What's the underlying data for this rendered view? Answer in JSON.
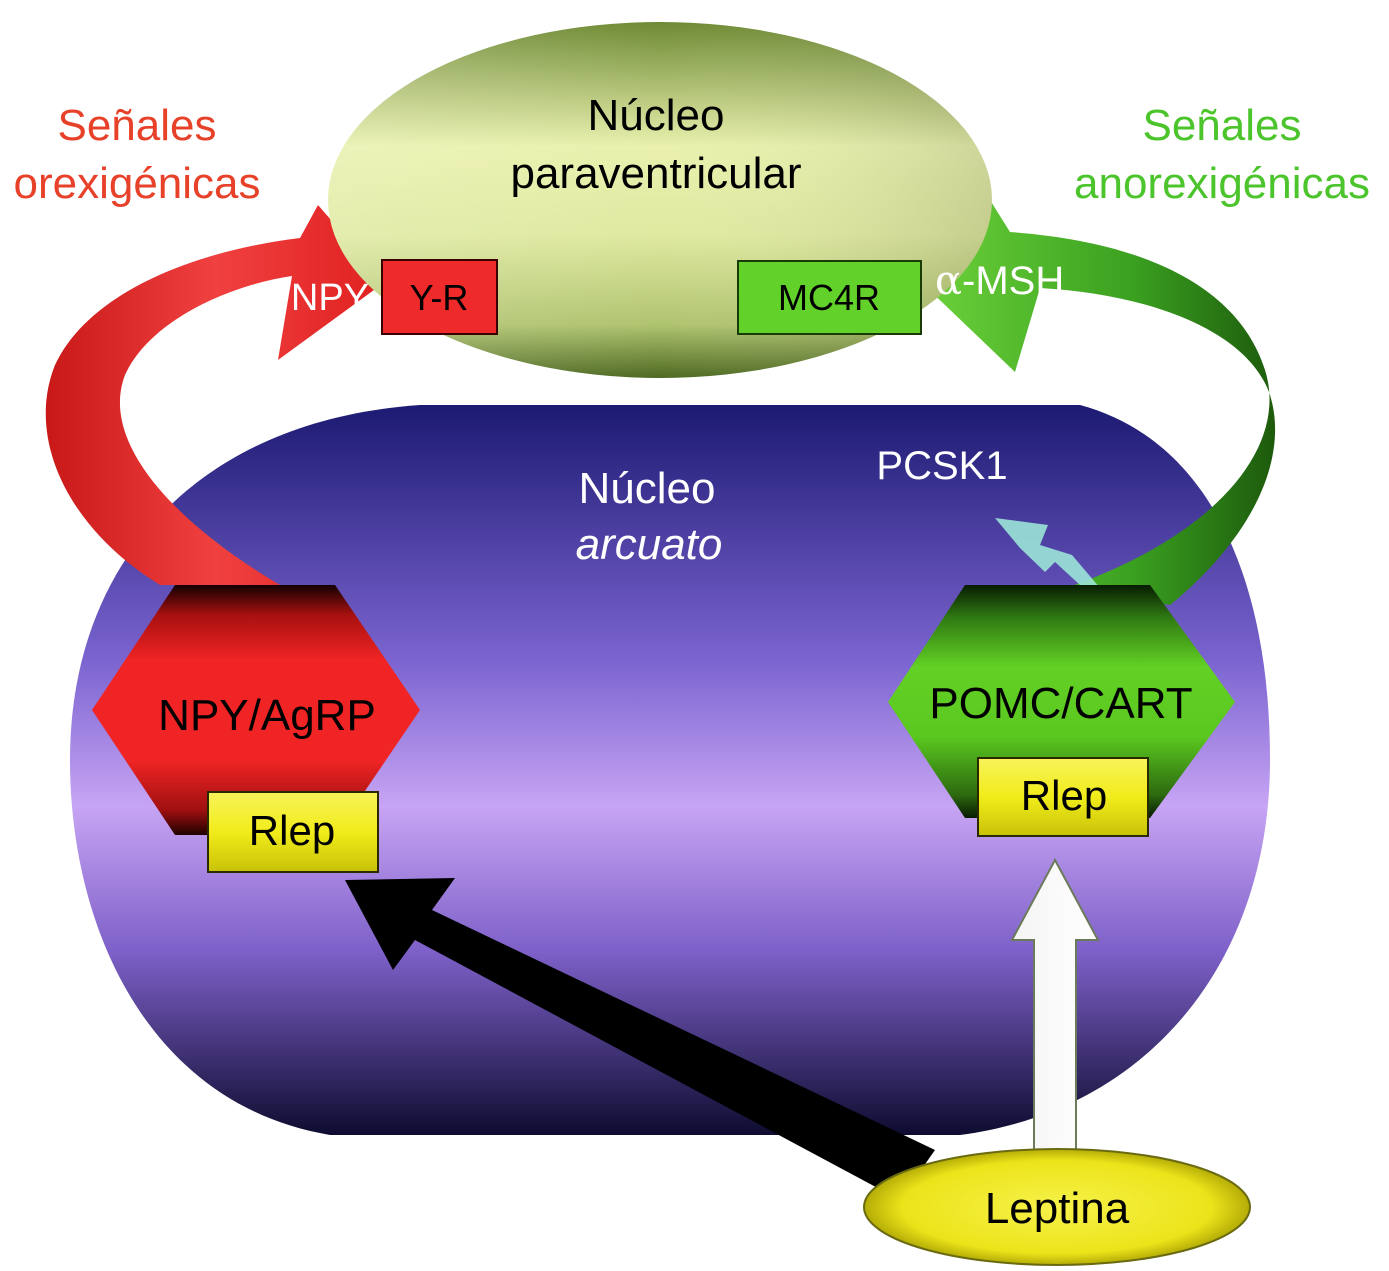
{
  "labels": {
    "orexigenic_line1": "Señales",
    "orexigenic_line2": "orexigénicas",
    "anorexigenic_line1": "Señales",
    "anorexigenic_line2": "anorexigénicas",
    "pvn_line1": "Núcleo",
    "pvn_line2": "paraventricular",
    "npy": "NPY",
    "yr": "Y-R",
    "mc4r": "MC4R",
    "alpha": "α",
    "msh": "-MSH",
    "pcsk1": "PCSK1",
    "arc_line1": "Núcleo",
    "arc_line2": "arcuato",
    "npy_agrp": "NPY/AgRP",
    "pomc_cart": "POMC/CART",
    "rlep_left": "Rlep",
    "rlep_right": "Rlep",
    "leptina": "Leptina"
  },
  "colors": {
    "orexigenic": "#e8412a",
    "anorexigenic": "#4cc42c",
    "red_fill": "#ee2626",
    "green_fill": "#55c81e",
    "yellow_fill": "#f2ee1c",
    "arcuate_light": "#c9a6f4",
    "arcuate_dark": "#1e1a6e",
    "pvn_light": "#e8f0a8",
    "pvn_dark": "#5d7a2c"
  }
}
